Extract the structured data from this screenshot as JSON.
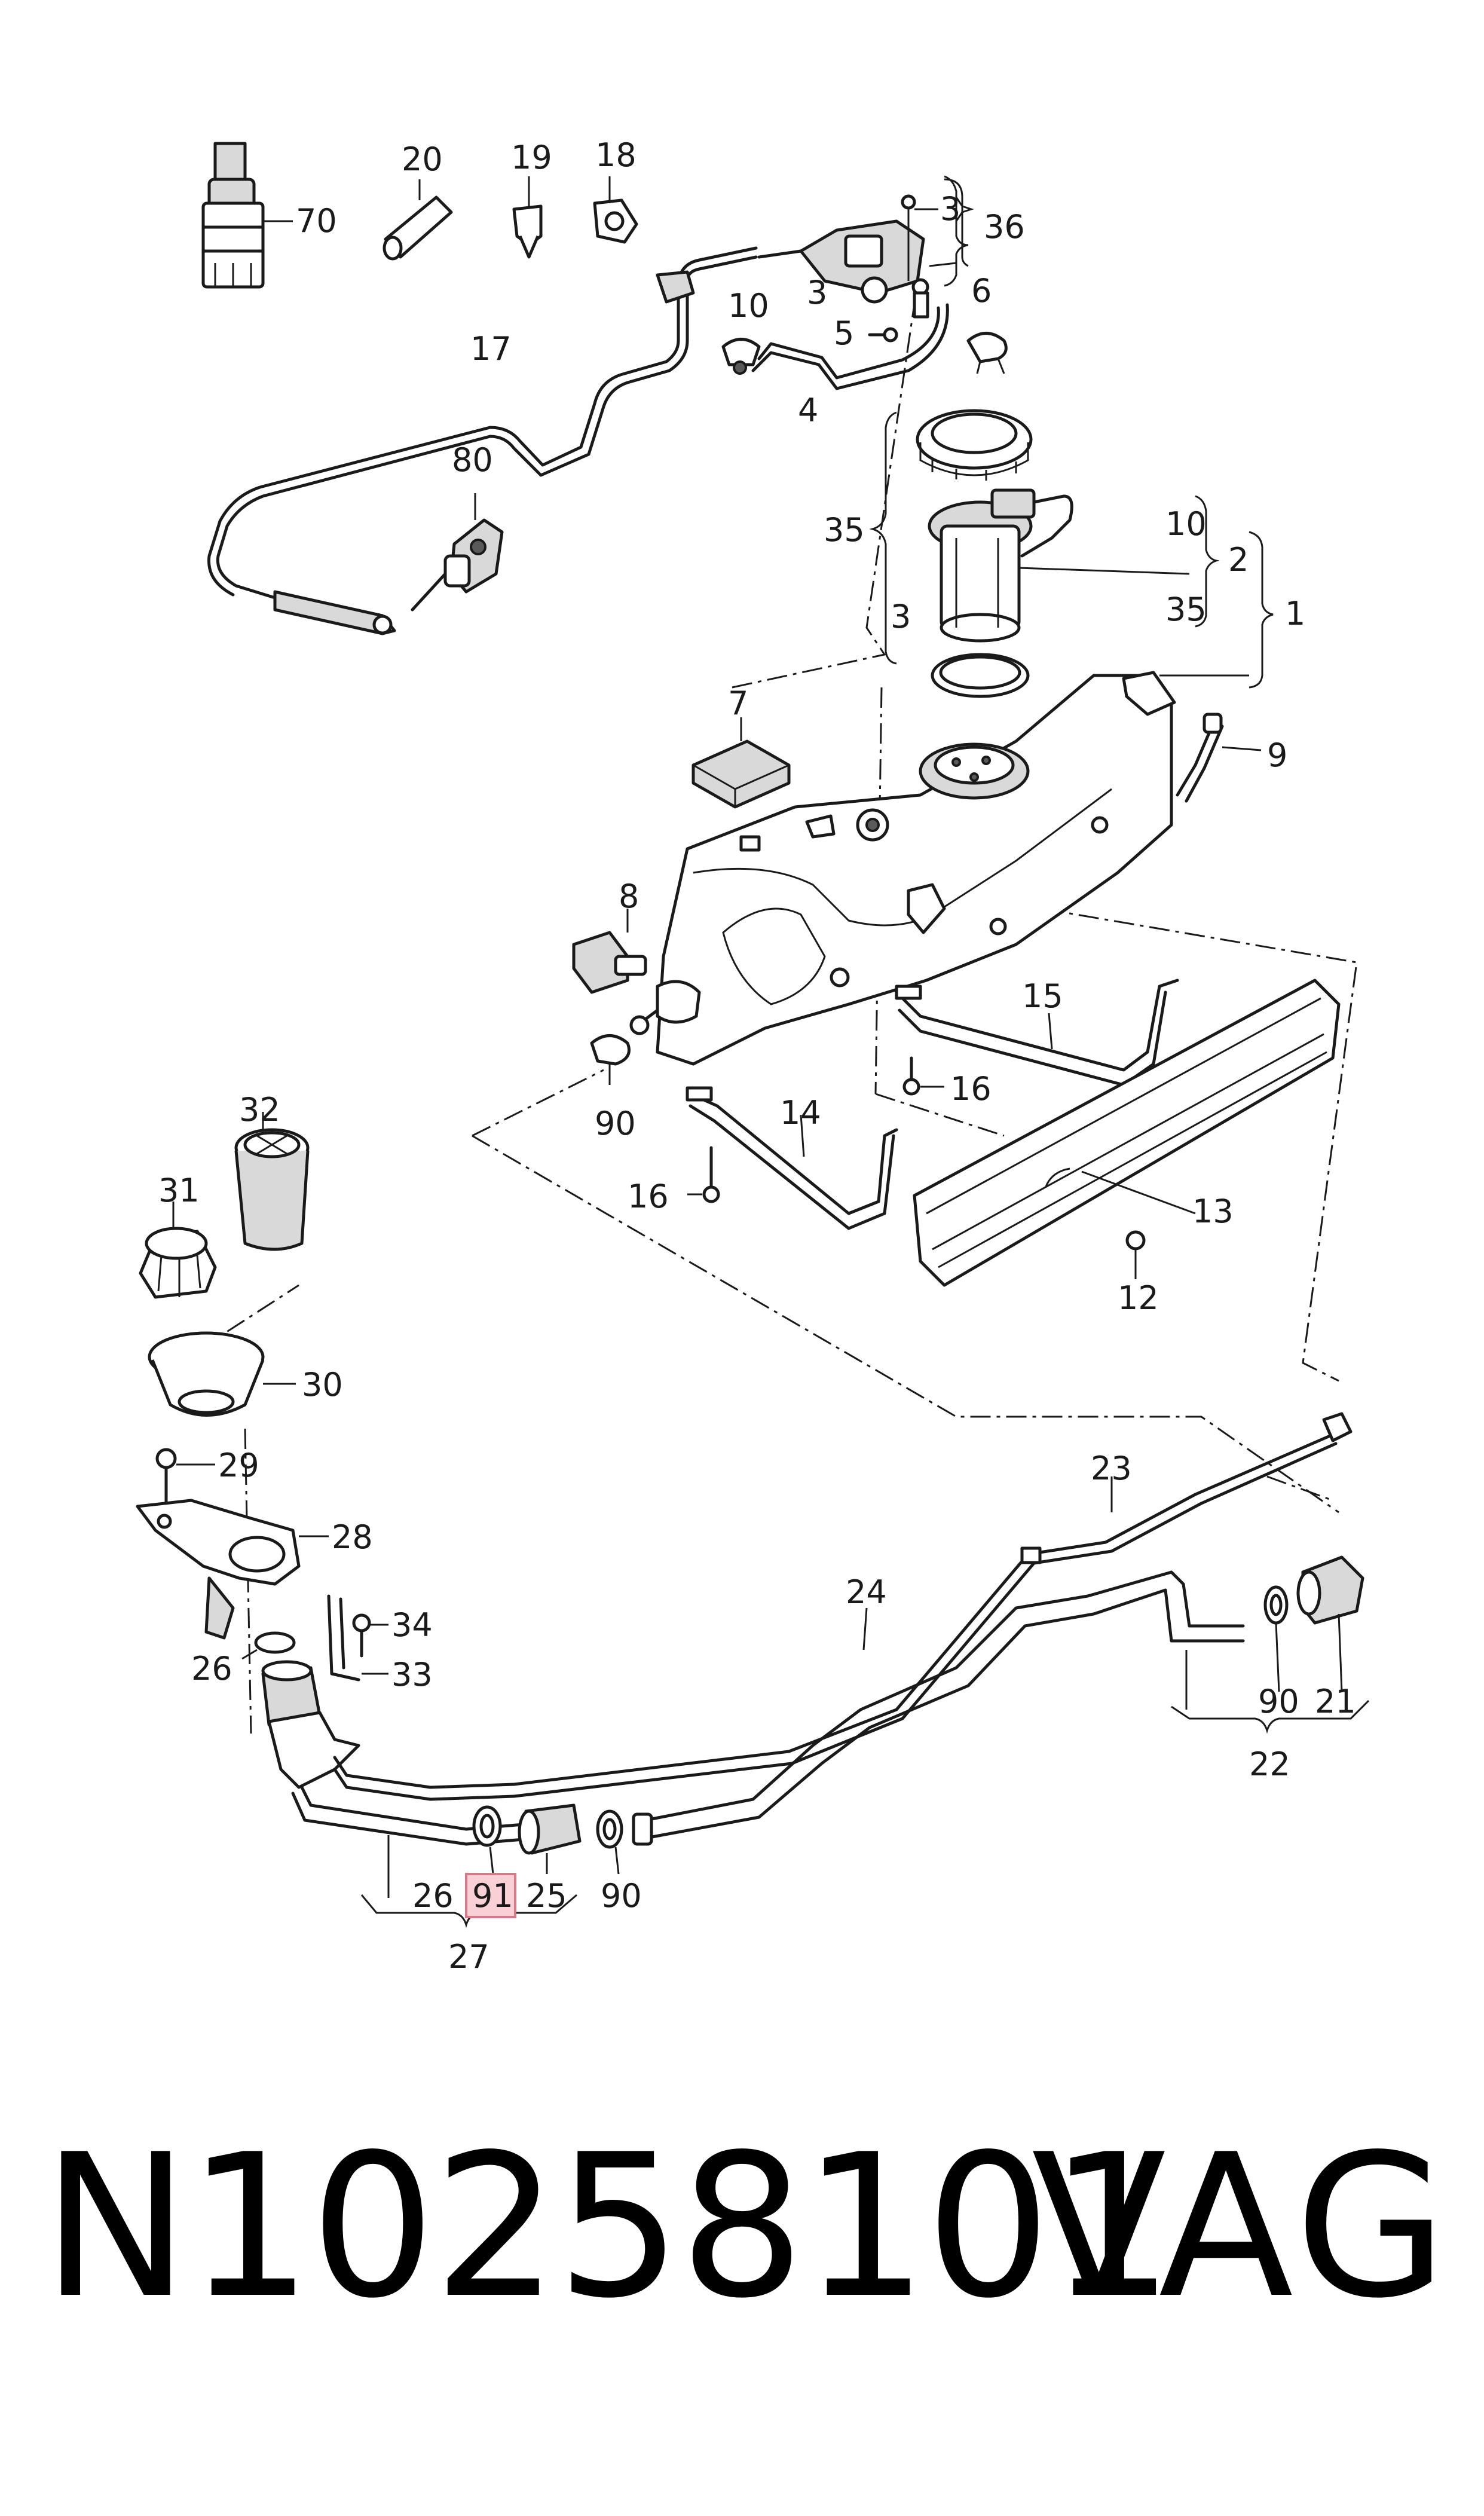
{
  "callouts": {
    "c70": "70",
    "c20": "20",
    "c19": "19",
    "c18": "18",
    "c3a": "3",
    "c36": "36",
    "c10a": "10",
    "c3b": "3",
    "c5": "5",
    "c6": "6",
    "c17": "17",
    "c4": "4",
    "c80": "80",
    "c35a": "35",
    "c10b": "10",
    "c2": "2",
    "c1": "1",
    "c3c": "3",
    "c35b": "35",
    "c7": "7",
    "c9": "9",
    "c8": "8",
    "c15": "15",
    "c90a": "90",
    "c16a": "16",
    "c14": "14",
    "c32": "32",
    "c16b": "16",
    "c13": "13",
    "c31": "31",
    "c12": "12",
    "c30": "30",
    "c29": "29",
    "c23": "23",
    "c28": "28",
    "c24": "24",
    "c34": "34",
    "c26a": "26",
    "c33": "33",
    "c90b": "90",
    "c21": "21",
    "c22": "22",
    "c26b": "26",
    "c91": "91",
    "c25": "25",
    "c90c": "90",
    "c27": "27"
  },
  "highlighted_part": "91",
  "footer": {
    "part_number": "N10258101",
    "brand": "VAG"
  }
}
